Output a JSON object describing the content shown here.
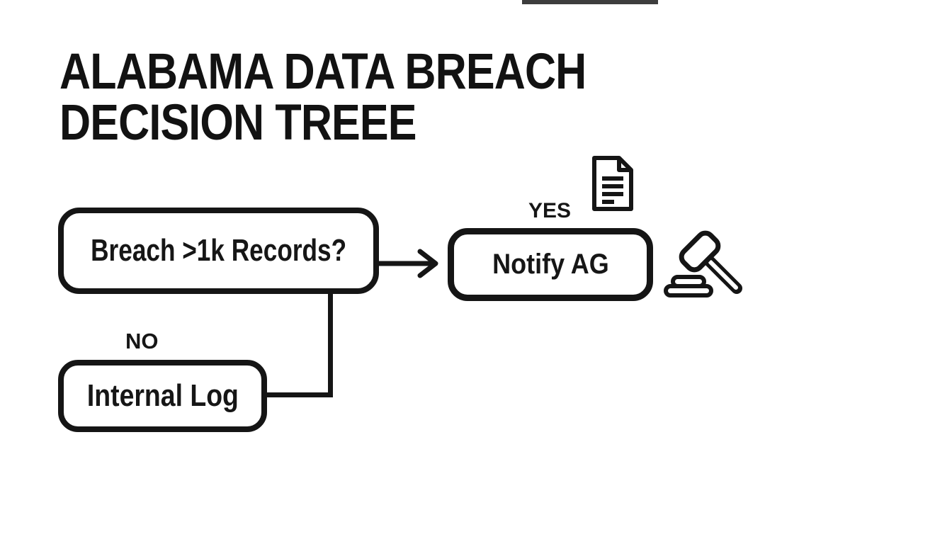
{
  "canvas": {
    "background": "#ffffff",
    "ink": "#151515"
  },
  "title": {
    "line1": "ALABAMA DATA BREACH",
    "line2": "DECISION TREEE"
  },
  "flow": {
    "decision": {
      "label": "Breach >1k Records?"
    },
    "yes_branch": {
      "label": "YES",
      "node_label": "Notify AG",
      "icons": [
        "document-icon",
        "gavel-icon"
      ]
    },
    "no_branch": {
      "label": "NO",
      "node_label": "Internal Log"
    }
  }
}
